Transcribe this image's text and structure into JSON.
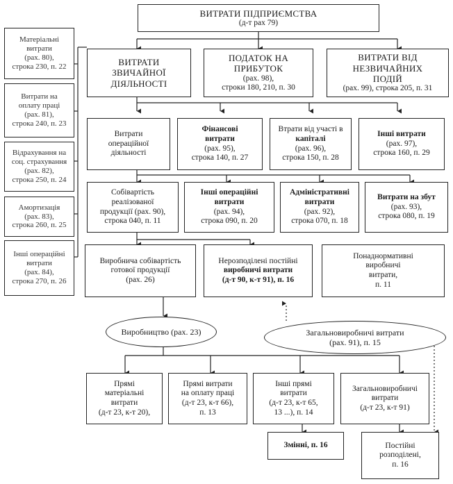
{
  "top": {
    "title": "ВИТРАТИ ПІДПРИЄМСТВА",
    "sub": "(д-т рах 79)"
  },
  "side": [
    {
      "l1": "Матеріальні",
      "l2": "витрати",
      "l3": "(рах. 80),",
      "l4": "строка 230, п. 22"
    },
    {
      "l1": "Витрати на",
      "l2": "оплату праці",
      "l3": "(рах. 81),",
      "l4": "строка 240, п. 23"
    },
    {
      "l1": "Відрахування на",
      "l2": "соц. страхування",
      "l3": "(рах. 82),",
      "l4": "строка 250, п. 24"
    },
    {
      "l1": "Амортизація",
      "l2": "(рах. 83),",
      "l3": "строка 260, п. 25",
      "l4": ""
    },
    {
      "l1": "Інші операційні",
      "l2": "витрати",
      "l3": "(рах. 84),",
      "l4": "строка 270, п. 26"
    }
  ],
  "level1": [
    {
      "l1": "ВИТРАТИ",
      "l2": "ЗВИЧАЙНОЇ",
      "l3": "ДІЯЛЬНОСТІ",
      "l4": ""
    },
    {
      "l1": "ПОДАТОК НА",
      "l2": "ПРИБУТОК",
      "l3": "(рах. 98),",
      "l4": "строки 180, 210, п. 30"
    },
    {
      "l1": "ВИТРАТИ ВІД",
      "l2": "НЕЗВИЧАЙНИХ",
      "l3": "ПОДІЙ",
      "l4": "(рах. 99), строка 205, п. 31"
    }
  ],
  "level2": [
    {
      "l1": "Витрати",
      "l2": "операційної",
      "l3": "діяльності",
      "l4": ""
    },
    {
      "l1": "Фінансові",
      "l2": "витрати",
      "l3": "(рах. 95),",
      "l4": "строка 140, п. 27"
    },
    {
      "l1": "Втрати від участі в",
      "l2": "капіталі",
      "l3": "(рах. 96),",
      "l4": "строка 150, п. 28"
    },
    {
      "l1": "Інші витрати",
      "l2": "(рах. 97),",
      "l3": "строка 160, п. 29",
      "l4": ""
    }
  ],
  "level3": [
    {
      "l1": "Собівартість",
      "l2": "реалізованої",
      "l3": "продукції (рах. 90),",
      "l4": "строка 040, п. 11"
    },
    {
      "l1": "Інші операційні",
      "l2": "витрати",
      "l3": "(рах. 94),",
      "l4": "строка 090, п. 20"
    },
    {
      "l1": "Адміністративні",
      "l2": "витрати",
      "l3": "(рах. 92),",
      "l4": "строка 070, п. 18"
    },
    {
      "l1": "Витрати на збут",
      "l2": "(рах. 93),",
      "l3": "строка 080, п. 19",
      "l4": ""
    }
  ],
  "level4": [
    {
      "l1": "Виробнича собівартість",
      "l2": "готової продукції",
      "l3": "(рах. 26)",
      "l4": ""
    },
    {
      "l1": "Нерозподілені постійні",
      "l2": "виробничі витрати",
      "l3": "(д-т 90, к-т 91), п. 16",
      "l4": ""
    },
    {
      "l1": "Понаднормативні",
      "l2": "виробничі",
      "l3": "витрати,",
      "l4": "п. 11"
    }
  ],
  "ellipses": [
    {
      "l1": "Виробництво (рах. 23)",
      "l2": ""
    },
    {
      "l1": "Загальновиробничі витрати",
      "l2": "(рах. 91), п. 15"
    }
  ],
  "level5": [
    {
      "l1": "Прямі",
      "l2": "матеріальні",
      "l3": "витрати",
      "l4": "(д-т 23, к-т 20),"
    },
    {
      "l1": "Прямі витрати",
      "l2": "на оплату праці",
      "l3": "(д-т 23, к-т 66),",
      "l4": "п. 13"
    },
    {
      "l1": "Інші прямі",
      "l2": "витрати",
      "l3": "(д-т 23, к-т 65,",
      "l4": "13 ...), п. 14"
    },
    {
      "l1": "Загальновиробничі",
      "l2": "витрати",
      "l3": "(д-т 23, к-т 91)",
      "l4": ""
    }
  ],
  "level6": [
    {
      "l1": "Змінні, п. 16",
      "l2": ""
    },
    {
      "l1": "Постійні",
      "l2": "розподілені,",
      "l3": "п. 16"
    }
  ]
}
